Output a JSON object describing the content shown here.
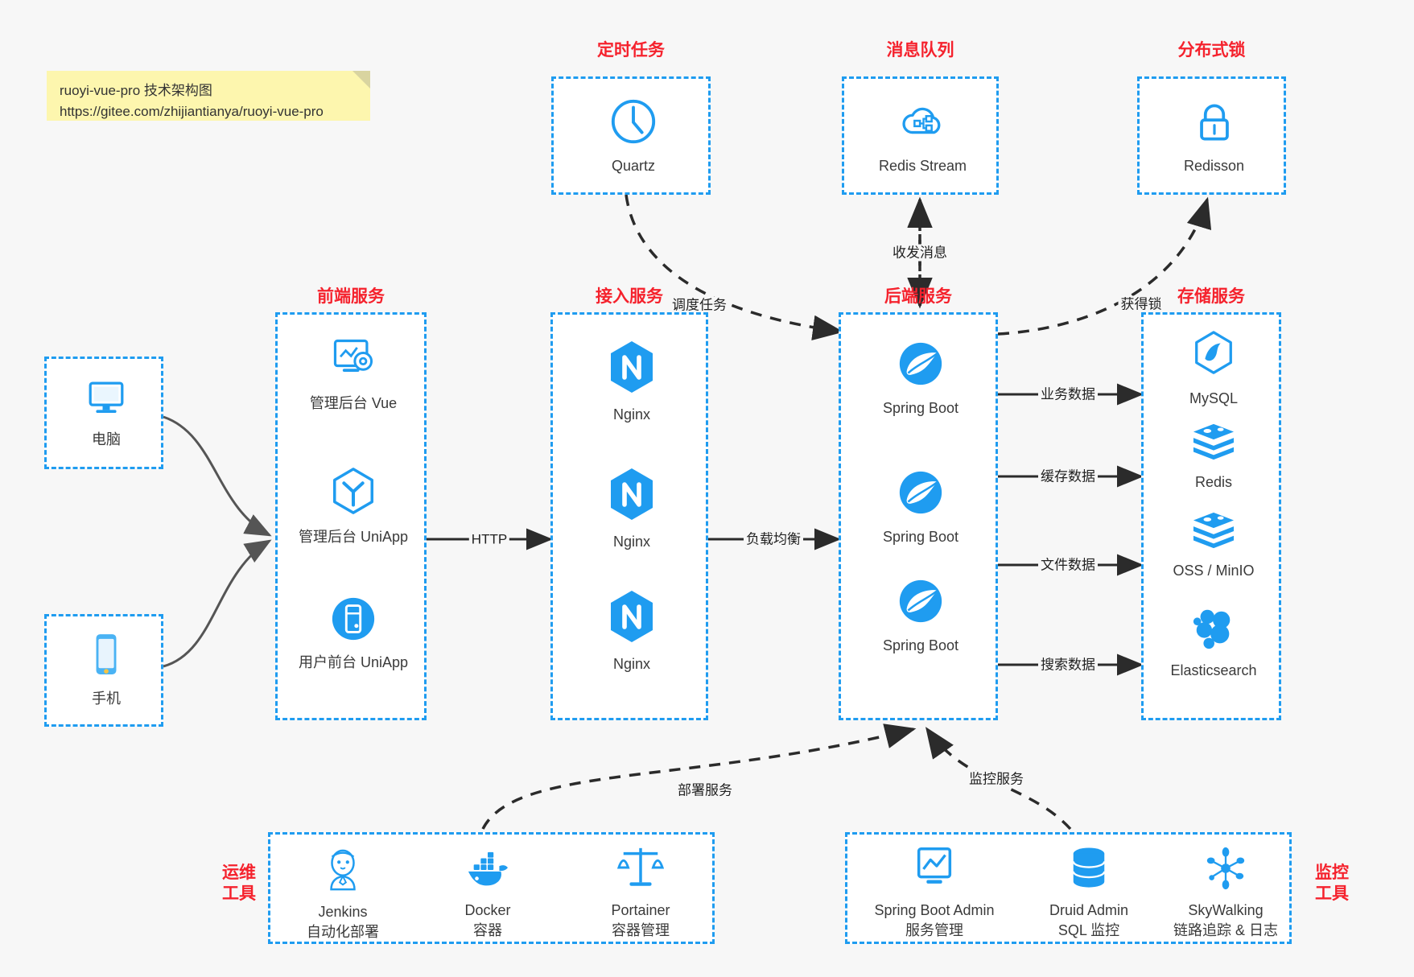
{
  "note": {
    "name": "architecture-note",
    "line1": "ruoyi-vue-pro 技术架构图",
    "line2": "https://gitee.com/zhijiantianya/ruoyi-vue-pro"
  },
  "colors": {
    "accent_blue": "#1f9cf0",
    "title_red": "#f5222d",
    "edge_dark": "#2b2b2b",
    "edge_gray": "#6b6b6b",
    "note_yellow": "#fdf6ae",
    "background": "#f7f7f7"
  },
  "groups": {
    "scheduled_task": {
      "title": "定时任务",
      "nodes": [
        {
          "label": "Quartz",
          "icon": "clock-icon"
        }
      ]
    },
    "message_queue": {
      "title": "消息队列",
      "nodes": [
        {
          "label": "Redis Stream",
          "icon": "cloud-network-icon"
        }
      ]
    },
    "distributed_lock": {
      "title": "分布式锁",
      "nodes": [
        {
          "label": "Redisson",
          "icon": "lock-icon"
        }
      ]
    },
    "devices": {
      "title": "",
      "nodes": [
        {
          "label": "电脑",
          "icon": "desktop-computer-icon"
        },
        {
          "label": "手机",
          "icon": "mobile-phone-icon"
        }
      ]
    },
    "frontend": {
      "title": "前端服务",
      "nodes": [
        {
          "label": "管理后台 Vue",
          "icon": "dashboard-gear-icon"
        },
        {
          "label": "管理后台 UniApp",
          "icon": "uniapp-cube-icon"
        },
        {
          "label": "用户前台 UniApp",
          "icon": "mobile-app-circle-icon"
        }
      ]
    },
    "gateway": {
      "title": "接入服务",
      "nodes": [
        {
          "label": "Nginx",
          "icon": "nginx-icon"
        },
        {
          "label": "Nginx",
          "icon": "nginx-icon"
        },
        {
          "label": "Nginx",
          "icon": "nginx-icon"
        }
      ]
    },
    "backend": {
      "title": "后端服务",
      "nodes": [
        {
          "label": "Spring Boot",
          "icon": "spring-boot-icon"
        },
        {
          "label": "Spring Boot",
          "icon": "spring-boot-icon"
        },
        {
          "label": "Spring Boot",
          "icon": "spring-boot-icon"
        }
      ]
    },
    "storage": {
      "title": "存储服务",
      "nodes": [
        {
          "label": "MySQL",
          "icon": "mysql-icon"
        },
        {
          "label": "Redis",
          "icon": "redis-icon"
        },
        {
          "label": "OSS / MinIO",
          "icon": "oss-minio-icon"
        },
        {
          "label": "Elasticsearch",
          "icon": "elasticsearch-icon"
        }
      ]
    },
    "devops": {
      "title": "运维\n工具",
      "title_l1": "运维",
      "title_l2": "工具",
      "nodes": [
        {
          "label": "Jenkins",
          "sublabel": "自动化部署",
          "icon": "jenkins-icon"
        },
        {
          "label": "Docker",
          "sublabel": "容器",
          "icon": "docker-icon"
        },
        {
          "label": "Portainer",
          "sublabel": "容器管理",
          "icon": "portainer-scales-icon"
        }
      ]
    },
    "monitoring": {
      "title_l1": "监控",
      "title_l2": "工具",
      "nodes": [
        {
          "label": "Spring Boot Admin",
          "sublabel": "服务管理",
          "icon": "monitor-chart-icon"
        },
        {
          "label": "Druid Admin",
          "sublabel": "SQL 监控",
          "icon": "database-stack-icon"
        },
        {
          "label": "SkyWalking",
          "sublabel": "链路追踪 & 日志",
          "icon": "skywalking-icon"
        }
      ]
    }
  },
  "edges": [
    {
      "name": "edge-http",
      "label": "HTTP",
      "from": "frontend",
      "to": "gateway"
    },
    {
      "name": "edge-load-balance",
      "label": "负载均衡",
      "from": "gateway",
      "to": "backend"
    },
    {
      "name": "edge-business-data",
      "label": "业务数据",
      "from": "backend",
      "to": "mysql"
    },
    {
      "name": "edge-cache-data",
      "label": "缓存数据",
      "from": "backend",
      "to": "redis"
    },
    {
      "name": "edge-file-data",
      "label": "文件数据",
      "from": "backend",
      "to": "oss"
    },
    {
      "name": "edge-search-data",
      "label": "搜索数据",
      "from": "backend",
      "to": "elasticsearch"
    },
    {
      "name": "edge-schedule-task",
      "label": "调度任务",
      "from": "quartz",
      "to": "backend"
    },
    {
      "name": "edge-send-receive-msg",
      "label": "收发消息",
      "from": "backend",
      "to": "redis-stream"
    },
    {
      "name": "edge-acquire-lock",
      "label": "获得锁",
      "from": "backend",
      "to": "redisson"
    },
    {
      "name": "edge-deploy-service",
      "label": "部署服务",
      "from": "devops",
      "to": "backend"
    },
    {
      "name": "edge-monitor-service",
      "label": "监控服务",
      "from": "monitoring",
      "to": "backend"
    }
  ]
}
